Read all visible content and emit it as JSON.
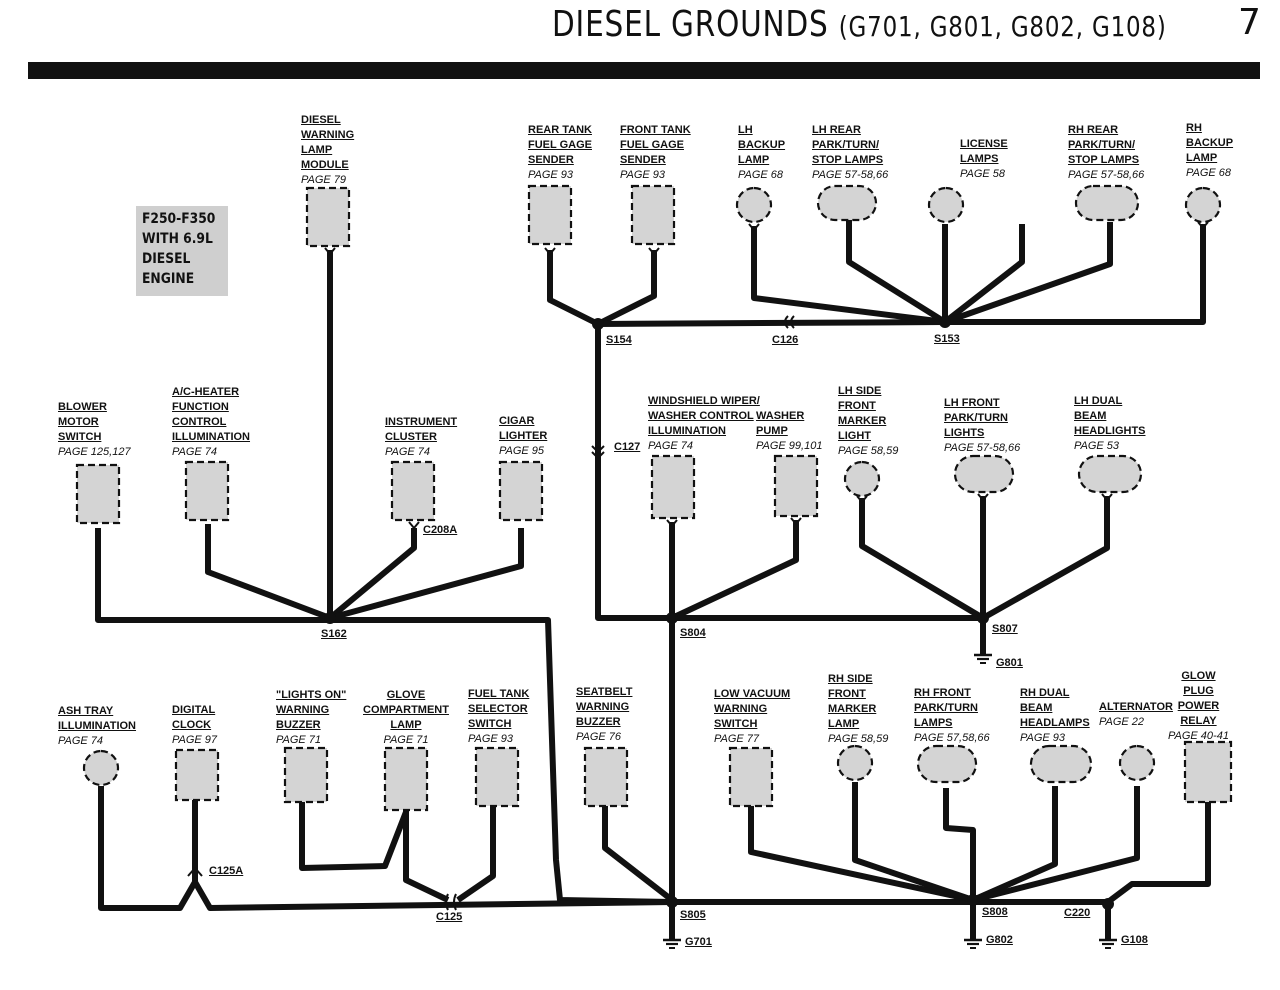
{
  "title": {
    "main": "DIESEL GROUNDS",
    "sub": "(G701, G801, G802, G108)",
    "page_number": "7"
  },
  "vehicle_box": [
    "F250-F350",
    "WITH 6.9L",
    "DIESEL",
    "ENGINE"
  ],
  "components": [
    {
      "id": "diesel-warning-lamp-module",
      "lines": [
        "DIESEL",
        "WARNING",
        "LAMP",
        "MODULE"
      ],
      "page": "PAGE 79"
    },
    {
      "id": "rear-tank-fuel-gage-sender",
      "lines": [
        "REAR TANK",
        "FUEL GAGE",
        "SENDER"
      ],
      "page": "PAGE 93"
    },
    {
      "id": "front-tank-fuel-gage-sender",
      "lines": [
        "FRONT TANK",
        "FUEL GAGE",
        "SENDER"
      ],
      "page": "PAGE 93"
    },
    {
      "id": "lh-backup-lamp",
      "lines": [
        "LH",
        "BACKUP",
        "LAMP"
      ],
      "page": "PAGE 68"
    },
    {
      "id": "lh-rear-park-turn-stop-lamps",
      "lines": [
        "LH REAR",
        "PARK/TURN/",
        "STOP LAMPS"
      ],
      "page": "PAGE 57-58,66"
    },
    {
      "id": "license-lamps",
      "lines": [
        "LICENSE",
        "LAMPS"
      ],
      "page": "PAGE 58"
    },
    {
      "id": "rh-rear-park-turn-stop-lamps",
      "lines": [
        "RH REAR",
        "PARK/TURN/",
        "STOP LAMPS"
      ],
      "page": "PAGE 57-58,66"
    },
    {
      "id": "rh-backup-lamp",
      "lines": [
        "RH",
        "BACKUP",
        "LAMP"
      ],
      "page": "PAGE 68"
    },
    {
      "id": "blower-motor-switch",
      "lines": [
        "BLOWER",
        "MOTOR",
        "SWITCH"
      ],
      "page": "PAGE 125,127"
    },
    {
      "id": "ac-heater-function-control-illumination",
      "lines": [
        "A/C-HEATER",
        "FUNCTION",
        "CONTROL",
        "ILLUMINATION"
      ],
      "page": "PAGE 74"
    },
    {
      "id": "instrument-cluster",
      "lines": [
        "INSTRUMENT",
        "CLUSTER"
      ],
      "page": "PAGE 74"
    },
    {
      "id": "cigar-lighter",
      "lines": [
        "CIGAR",
        "LIGHTER"
      ],
      "page": "PAGE 95"
    },
    {
      "id": "windshield-wiper-washer-control-illumination",
      "lines": [
        "WINDSHIELD WIPER/",
        "WASHER CONTROL",
        "ILLUMINATION"
      ],
      "page": "PAGE 74"
    },
    {
      "id": "washer-pump",
      "lines": [
        "WASHER",
        "PUMP"
      ],
      "page": "PAGE 99,101"
    },
    {
      "id": "lh-side-front-marker-light",
      "lines": [
        "LH SIDE",
        "FRONT",
        "MARKER",
        "LIGHT"
      ],
      "page": "PAGE 58,59"
    },
    {
      "id": "lh-front-park-turn-lights",
      "lines": [
        "LH FRONT",
        "PARK/TURN",
        "LIGHTS"
      ],
      "page": "PAGE 57-58,66"
    },
    {
      "id": "lh-dual-beam-headlights",
      "lines": [
        "LH DUAL",
        "BEAM",
        "HEADLIGHTS"
      ],
      "page": "PAGE 53"
    },
    {
      "id": "ash-tray-illumination",
      "lines": [
        "ASH TRAY",
        "ILLUMINATION"
      ],
      "page": "PAGE 74"
    },
    {
      "id": "digital-clock",
      "lines": [
        "DIGITAL",
        "CLOCK"
      ],
      "page": "PAGE 97"
    },
    {
      "id": "lights-on-warning-buzzer",
      "lines": [
        "\"LIGHTS ON\"",
        "WARNING",
        "BUZZER"
      ],
      "page": "PAGE 71"
    },
    {
      "id": "glove-compartment-lamp",
      "lines": [
        "GLOVE",
        "COMPARTMENT",
        "LAMP"
      ],
      "page": "PAGE 71"
    },
    {
      "id": "fuel-tank-selector-switch",
      "lines": [
        "FUEL TANK",
        "SELECTOR",
        "SWITCH"
      ],
      "page": "PAGE 93"
    },
    {
      "id": "seatbelt-warning-buzzer",
      "lines": [
        "SEATBELT",
        "WARNING",
        "BUZZER"
      ],
      "page": "PAGE 76"
    },
    {
      "id": "low-vacuum-warning-switch",
      "lines": [
        "LOW VACUUM",
        "WARNING",
        "SWITCH"
      ],
      "page": "PAGE 77"
    },
    {
      "id": "rh-side-front-marker-lamp",
      "lines": [
        "RH SIDE",
        "FRONT",
        "MARKER",
        "LAMP"
      ],
      "page": "PAGE 58,59"
    },
    {
      "id": "rh-front-park-turn-lamps",
      "lines": [
        "RH FRONT",
        "PARK/TURN",
        "LAMPS"
      ],
      "page": "PAGE 57,58,66"
    },
    {
      "id": "rh-dual-beam-headlamps",
      "lines": [
        "RH DUAL",
        "BEAM",
        "HEADLAMPS"
      ],
      "page": "PAGE 93"
    },
    {
      "id": "alternator",
      "lines": [
        "ALTERNATOR"
      ],
      "page": "PAGE 22"
    },
    {
      "id": "glow-plug-power-relay",
      "lines": [
        "GLOW",
        "PLUG",
        "POWER",
        "RELAY"
      ],
      "page": "PAGE 40-41"
    }
  ],
  "tags": {
    "s154": "S154",
    "c126": "C126",
    "s153": "S153",
    "c127": "C127",
    "c208a": "C208A",
    "s162": "S162",
    "s804": "S804",
    "s807": "S807",
    "g801": "G801",
    "c125a": "C125A",
    "c125": "C125",
    "s805": "S805",
    "g701": "G701",
    "s808": "S808",
    "c220": "C220",
    "g802": "G802",
    "g108": "G108"
  }
}
